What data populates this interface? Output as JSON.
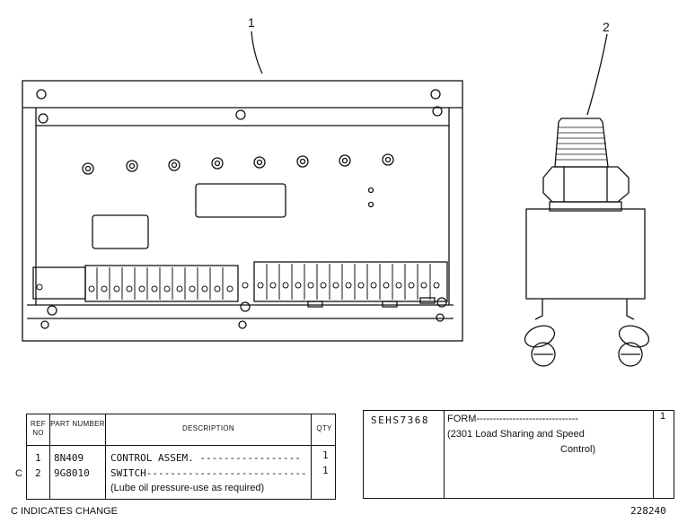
{
  "callouts": {
    "part1": "1",
    "part2": "2"
  },
  "parts_table": {
    "headers": {
      "ref_no": "REF NO",
      "part_number": "PART NUMBER",
      "description": "DESCRIPTION",
      "qty": "QTY"
    },
    "rows": [
      {
        "change": "",
        "ref": "1",
        "part": "8N409",
        "description": "CONTROL ASSEM.",
        "qty": "1"
      },
      {
        "change": "C",
        "ref": "2",
        "part": "9G8010",
        "description": "SWITCH",
        "note": "(Lube oil pressure-use as required)",
        "qty": "1"
      }
    ]
  },
  "form_box": {
    "code": "SEHS7368",
    "label": "FORM",
    "line2": "(2301 Load Sharing and Speed",
    "line3": "Control)",
    "qty": "1"
  },
  "footer": {
    "change_note": "C  INDICATES CHANGE",
    "figure_number": "228240"
  }
}
